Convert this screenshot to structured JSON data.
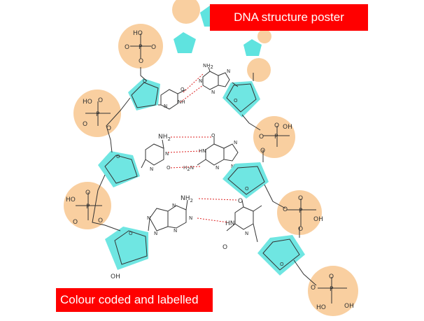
{
  "banners": {
    "top": "DNA structure poster",
    "bottom": "Colour coded and labelled"
  },
  "labels": {
    "phosphate_hydroxyl": "HO",
    "phosphate_oxygen": "O",
    "phosphate_p": "P",
    "phosphate_oh": "OH",
    "amine": "NH",
    "amine_sub": "2",
    "nitrogen": "N",
    "nh": "NH",
    "h2n": "H",
    "h2n_sub": "2",
    "h2n_n": "N",
    "hydrogen_n": "HN",
    "sugar_oxygen": "O",
    "terminal_oh": "OH"
  },
  "colors": {
    "phosphate": "#f9cfa0",
    "sugar": "#5fe3df",
    "bond_line": "#333333",
    "hydrogen_bond": "#dd2222",
    "banner": "#ff0000"
  },
  "icons": {
    "phosphate": "phosphate-circle",
    "sugar": "deoxyribose-pentagon"
  }
}
